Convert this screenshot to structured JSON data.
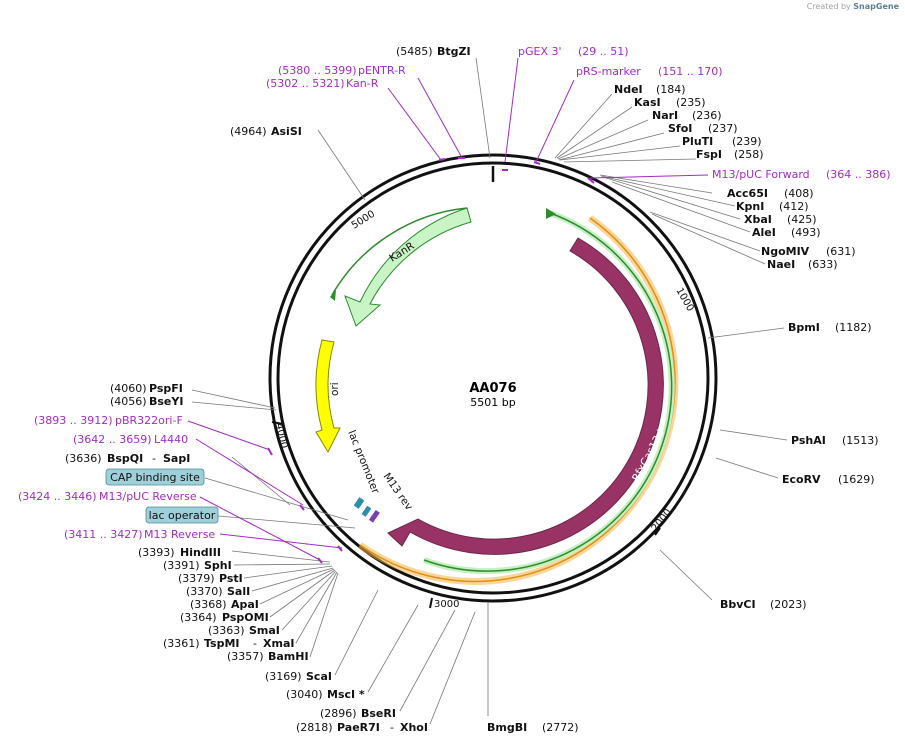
{
  "credit": {
    "prefix": "Created by",
    "brand": "SnapGene"
  },
  "plasmid": {
    "name": "AA076",
    "length_label": "5501 bp",
    "length": 5501
  },
  "ticks": [
    "1000",
    "2000",
    "3000",
    "4000",
    "5000"
  ],
  "features": [
    {
      "name": "KanR",
      "color": "#c9f5c6",
      "stroke": "#2e8b2e"
    },
    {
      "name": "ori",
      "color": "#ffff00",
      "stroke": "#888800"
    },
    {
      "name": "lac promoter",
      "color": "#ffffff",
      "stroke": "#333333"
    },
    {
      "name": "M13 rev",
      "color": "#ffffff",
      "stroke": "#333333"
    },
    {
      "name": "RfxCas13d",
      "color": "#993366",
      "stroke": "#6d2447"
    }
  ],
  "boxed_features": [
    {
      "name": "CAP binding site",
      "color": "#9fd0d9"
    },
    {
      "name": "lac operator",
      "color": "#9fd0d9"
    }
  ],
  "right_labels": [
    {
      "pos": "(5485)",
      "name": "BtgZI"
    },
    {
      "name": "NdeI",
      "pos": "(184)"
    },
    {
      "name": "KasI",
      "pos": "(235)"
    },
    {
      "name": "NarI",
      "pos": "(236)"
    },
    {
      "name": "SfoI",
      "pos": "(237)"
    },
    {
      "name": "PluTI",
      "pos": "(239)"
    },
    {
      "name": "FspI",
      "pos": "(258)"
    },
    {
      "name": "Acc65I",
      "pos": "(408)"
    },
    {
      "name": "KpnI",
      "pos": "(412)"
    },
    {
      "name": "XbaI",
      "pos": "(425)"
    },
    {
      "name": "AleI",
      "pos": "(493)"
    },
    {
      "name": "NgoMIV",
      "pos": "(631)"
    },
    {
      "name": "NaeI",
      "pos": "(633)"
    },
    {
      "name": "BpmI",
      "pos": "(1182)"
    },
    {
      "name": "PshAI",
      "pos": "(1513)"
    },
    {
      "name": "EcoRV",
      "pos": "(1629)"
    },
    {
      "name": "BbvCI",
      "pos": "(2023)"
    },
    {
      "name": "BmgBI",
      "pos": "(2772)"
    }
  ],
  "left_labels": [
    {
      "pos": "(4964)",
      "name": "AsiSI"
    },
    {
      "pos": "(4060)",
      "name": "PspFI"
    },
    {
      "pos": "(4056)",
      "name": "BseYI"
    },
    {
      "pos": "(3636)",
      "name": "BspQI",
      "alt": "SapI"
    },
    {
      "pos": "(3393)",
      "name": "HindIII"
    },
    {
      "pos": "(3391)",
      "name": "SphI"
    },
    {
      "pos": "(3379)",
      "name": "PstI"
    },
    {
      "pos": "(3370)",
      "name": "SalI"
    },
    {
      "pos": "(3368)",
      "name": "ApaI"
    },
    {
      "pos": "(3364)",
      "name": "PspOMI"
    },
    {
      "pos": "(3363)",
      "name": "SmaI"
    },
    {
      "pos": "(3361)",
      "name": "TspMI",
      "alt": "XmaI"
    },
    {
      "pos": "(3357)",
      "name": "BamHI"
    },
    {
      "pos": "(3169)",
      "name": "ScaI"
    },
    {
      "pos": "(3040)",
      "name": "MscI *"
    },
    {
      "pos": "(2896)",
      "name": "BseRI"
    },
    {
      "pos": "(2818)",
      "name": "PaeR7I",
      "alt": "XhoI"
    }
  ],
  "primers": [
    {
      "name": "pGEX 3'",
      "range": "(29 .. 51)"
    },
    {
      "name": "pRS-marker",
      "range": "(151 .. 170)"
    },
    {
      "name": "M13/pUC Forward",
      "range": "(364 .. 386)"
    },
    {
      "name": "pENTR-R",
      "range": "(5380 .. 5399)"
    },
    {
      "name": "Kan-R",
      "range": "(5302 .. 5321)"
    },
    {
      "name": "pBR322ori-F",
      "range": "(3893 .. 3912)"
    },
    {
      "name": "L4440",
      "range": "(3642 .. 3659)"
    },
    {
      "name": "M13/pUC Reverse",
      "range": "(3424 .. 3446)"
    },
    {
      "name": "M13 Reverse",
      "range": "(3411 .. 3427)"
    }
  ],
  "colors": {
    "primer": "#a32cc4",
    "backbone": "#000000",
    "orange": "#f5a623",
    "green": "#2e8b2e",
    "cas": "#993366"
  }
}
